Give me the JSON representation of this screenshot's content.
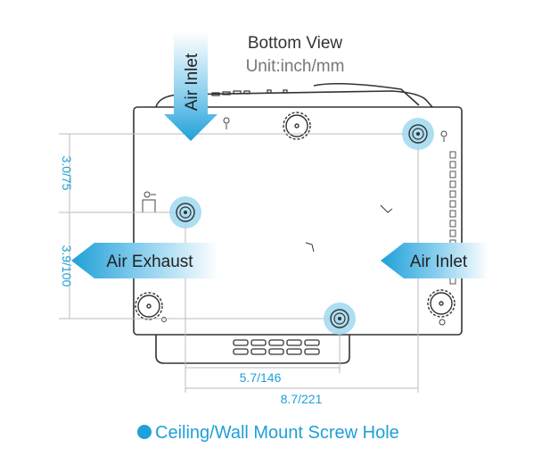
{
  "title": "Bottom View",
  "units": "Unit:inch/mm",
  "arrows": {
    "top_inlet": "Air Inlet",
    "left_exhaust": "Air Exhaust",
    "right_inlet": "Air Inlet"
  },
  "dimensions": {
    "vertical_upper": "3.0/75",
    "vertical_lower": "3.9/100",
    "horizontal_inner": "5.7/146",
    "horizontal_outer": "8.7/221"
  },
  "legend": {
    "label": "Ceiling/Wall Mount Screw Hole"
  },
  "colors": {
    "accent": "#1fa0d8",
    "hole_halo": "#9fd8f0",
    "outline": "#333333",
    "dim_line": "#bbbbbb"
  }
}
